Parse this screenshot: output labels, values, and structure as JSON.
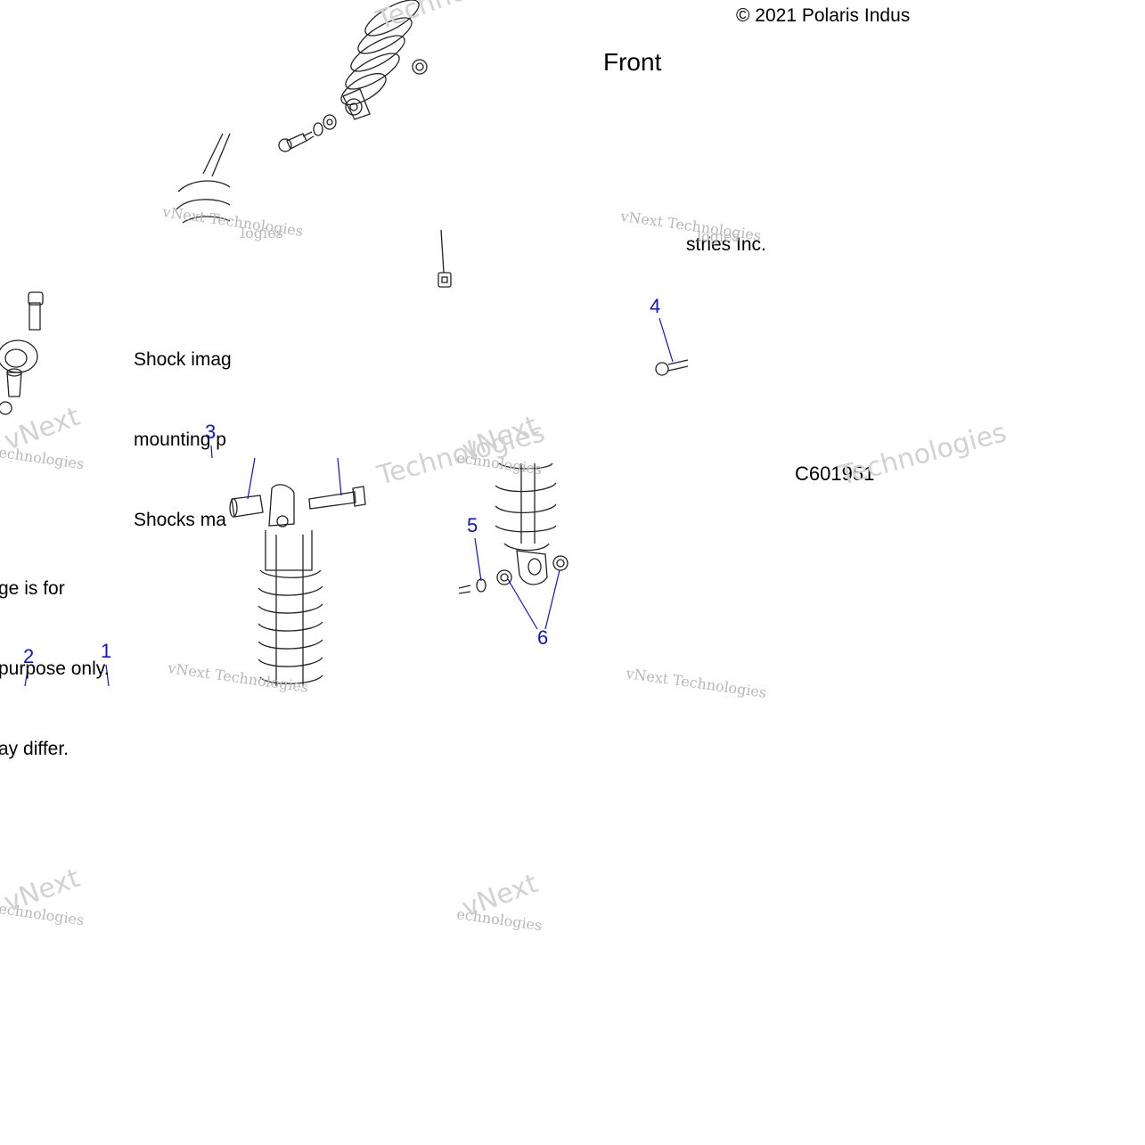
{
  "diagram": {
    "copyright": "© 2021 Polaris Indus",
    "copyright_tail": "stries Inc.",
    "view_label": "Front",
    "drawing_code": "C601951",
    "note_left_lines": [
      "Shock imag",
      "mounting p",
      "Shocks ma"
    ],
    "note_right_lines": [
      "ge is for",
      "purpose only.",
      "ay differ."
    ],
    "callouts": {
      "c1": "1",
      "c2": "2",
      "c3": "3",
      "c4": "4",
      "c5": "5",
      "c6": "6"
    },
    "watermark": {
      "line1": "vNext Technologies",
      "line2": "Technologies",
      "frag_next": "vNext",
      "frag_echno": "echnologies",
      "frag_logies": "logies"
    },
    "colors": {
      "callout": "#1010d0",
      "line": "#000000",
      "watermark": "#b8b8b8"
    }
  }
}
